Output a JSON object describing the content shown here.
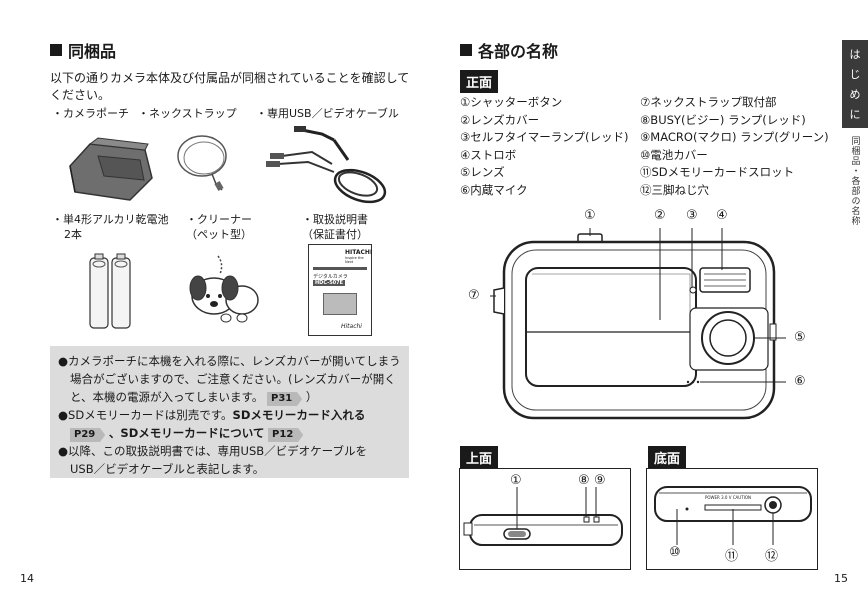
{
  "left": {
    "heading": "同梱品",
    "intro_line1": "以下の通りカメラ本体及び付属品が同梱されていることを確認して",
    "intro_line2": "ください。",
    "acc_row1": [
      "・カメラポーチ",
      "・ネックストラップ",
      "・専用USB／ビデオケーブル"
    ],
    "acc_row2_a1": "・単4形アルカリ乾電池",
    "acc_row2_a2": "2本",
    "acc_row2_b1": "・クリーナー",
    "acc_row2_b2": "（ペット型）",
    "acc_row2_c1": "・取扱説明書",
    "acc_row2_c2": "（保証書付）",
    "manual": {
      "brand": "HITACHI",
      "tagline": "Inspire the Next",
      "model": "HDC-507E",
      "subtitle": "デジタルカメラ",
      "sign": "Hitachi"
    },
    "notes": {
      "n1_l1": "●カメラポーチに本機を入れる際に、レンズカバーが開いてしまう",
      "n1_l2": "場合がございますので、ご注意ください。(レンズカバーが開く",
      "n1_l3a": "と、本機の電源が入ってしまいます。",
      "n1_ref": "P31",
      "n1_l3b": "）",
      "n2_l1a": "●SDメモリーカードは別売です。",
      "n2_l1b": "SDメモリーカード入れる",
      "n2_ref1": "P29",
      "n2_mid": "、SDメモリーカードについて",
      "n2_ref2": "P12",
      "n3_l1": "●以降、この取扱説明書では、専用USB／ビデオケーブルを",
      "n3_l2": "USB／ビデオケーブルと表記します。"
    },
    "page_number": "14"
  },
  "right": {
    "heading": "各部の名称",
    "front_tag": "正面",
    "parts_col1": [
      "①シャッターボタン",
      "②レンズカバー",
      "③セルフタイマーランプ(レッド)",
      "④ストロボ",
      "⑤レンズ",
      "⑥内蔵マイク"
    ],
    "parts_col2": [
      "⑦ネックストラップ取付部",
      "⑧BUSY(ビジー) ランプ(レッド)",
      "⑨MACRO(マクロ) ランプ(グリーン)",
      "⑩電池カバー",
      "⑪SDメモリーカードスロット",
      "⑫三脚ねじ穴"
    ],
    "callouts_front": [
      "①",
      "②",
      "③",
      "④",
      "⑤",
      "⑥",
      "⑦"
    ],
    "top_tag": "上面",
    "callouts_top": [
      "①",
      "⑧",
      "⑨"
    ],
    "bottom_tag": "底面",
    "callouts_bottom": [
      "⑩",
      "⑪",
      "⑫"
    ],
    "bottom_label": "POWER 3.0 V CAUTION",
    "side_tab": [
      "は",
      "じ",
      "め",
      "に"
    ],
    "side_sub": "同梱品・各部の名称",
    "page_number": "15"
  }
}
